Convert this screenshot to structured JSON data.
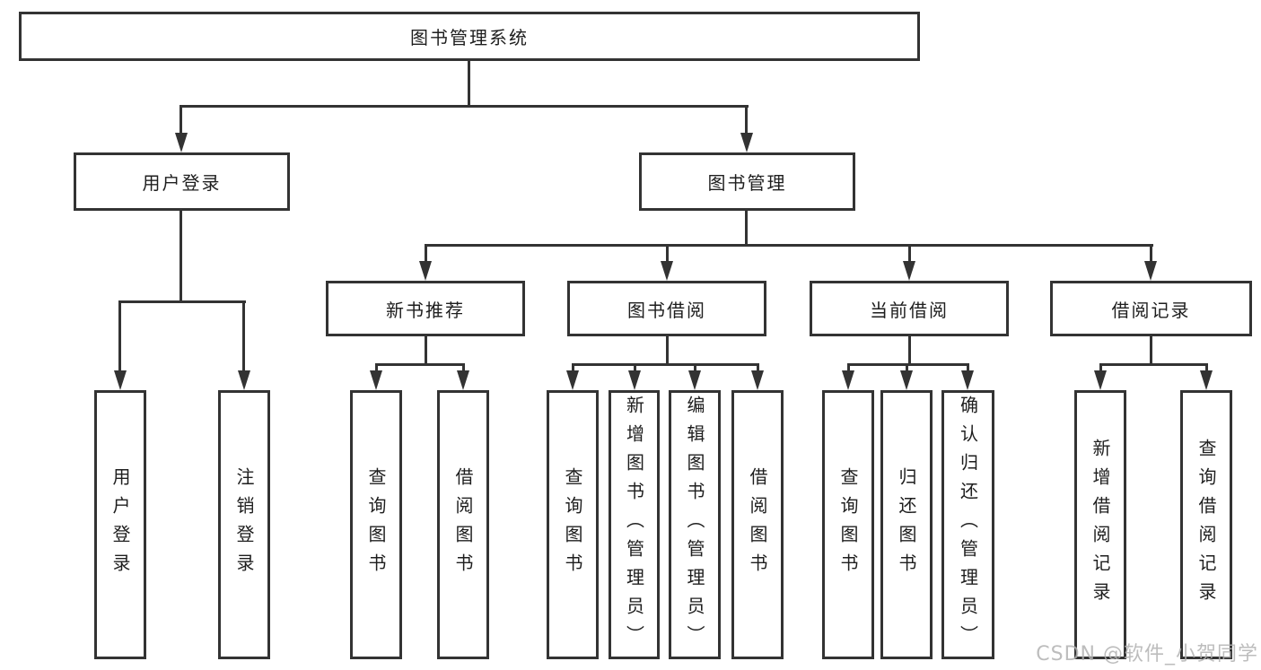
{
  "diagram": {
    "root": "图书管理系统",
    "level2": {
      "user_login": "用户登录",
      "book_mgmt": "图书管理"
    },
    "user_login_children": [
      "用户登录",
      "注销登录"
    ],
    "sections": [
      {
        "label": "新书推荐",
        "children": [
          "查询图书",
          "借阅图书"
        ]
      },
      {
        "label": "图书借阅",
        "children": [
          "查询图书",
          "新增图书（管理员）",
          "编辑图书（管理员）",
          "借阅图书"
        ]
      },
      {
        "label": "当前借阅",
        "children": [
          "查询图书",
          "归还图书",
          "确认归还（管理员）"
        ]
      },
      {
        "label": "借阅记录",
        "children": [
          "新增借阅记录",
          "查询借阅记录"
        ]
      }
    ],
    "watermark": "CSDN @软件_小贺同学"
  },
  "colors": {
    "line": "#333333",
    "text": "#1e1e1e",
    "watermark": "#b2b2b2",
    "background": "#ffffff"
  }
}
